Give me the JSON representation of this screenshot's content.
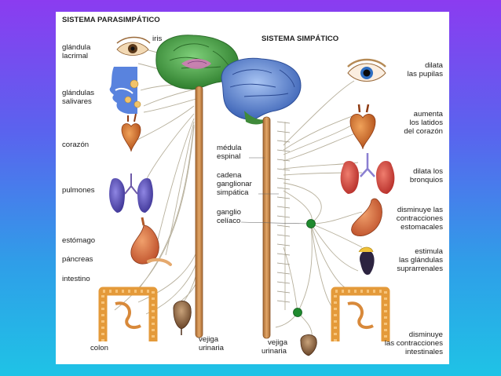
{
  "parasympathetic": {
    "title": "SISTEMA PARASIMPÁTICO",
    "labels": {
      "iris": "iris",
      "lacrimal": [
        "glándula",
        "lacrimal"
      ],
      "salivary": [
        "glándulas",
        "salivares"
      ],
      "heart": "corazón",
      "lungs": "pulmones",
      "stomach": "estómago",
      "pancreas": "páncreas",
      "intestine": "intestino",
      "colon": "colon",
      "bladder": [
        "vejiga",
        "urinaria"
      ]
    }
  },
  "sympathetic": {
    "title": "SISTEMA SIMPÁTICO",
    "center_labels": {
      "spinal_cord": [
        "médula",
        "espinal"
      ],
      "chain": [
        "cadena",
        "ganglionar",
        "simpática"
      ],
      "celiac": [
        "ganglio",
        "celíaco"
      ]
    },
    "effects": {
      "pupils": [
        "dilata",
        "las pupilas"
      ],
      "heart": [
        "aumenta",
        "los latidos",
        "del corazón"
      ],
      "bronchi": [
        "dilata los",
        "bronquios"
      ],
      "stomach": [
        "disminuye las",
        "contracciones",
        "estomacales"
      ],
      "adrenal": [
        "estimula",
        "las glándulas",
        "suprarrenales"
      ],
      "intestine": [
        "disminuye",
        "las contracciones",
        "intestinales"
      ]
    },
    "bladder": [
      "vejiga",
      "urinaria"
    ]
  },
  "colors": {
    "brain_green": "#3f9b3a",
    "brain_blue": "#5b86d6",
    "cord": "#c98a4a",
    "ganglion": "#1f8a2e",
    "organ_red": "#c0392b",
    "organ_orange": "#d9822b",
    "lung_purple": "#5a4fb8"
  },
  "icons": [
    "eye-icon",
    "brain-icon",
    "heart-icon",
    "lungs-icon",
    "stomach-icon",
    "intestine-icon",
    "bladder-icon",
    "kidney-icon",
    "face-icon"
  ]
}
